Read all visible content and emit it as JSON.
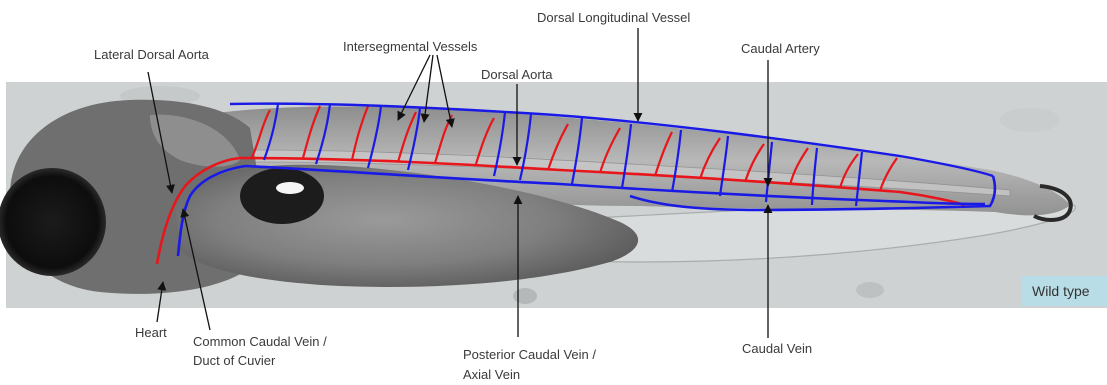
{
  "labels": {
    "lateral_dorsal_aorta": "Lateral Dorsal Aorta",
    "intersegmental_vessels": "Intersegmental Vessels",
    "dorsal_longitudinal_vessel": "Dorsal Longitudinal Vessel",
    "dorsal_aorta": "Dorsal Aorta",
    "caudal_artery": "Caudal Artery",
    "heart": "Heart",
    "common_caudal_vein_line1": "Common Caudal Vein /",
    "common_caudal_vein_line2": "Duct of Cuvier",
    "posterior_caudal_vein_line1": "Posterior Caudal Vein /",
    "posterior_caudal_vein_line2": "Axial Vein",
    "caudal_vein": "Caudal Vein"
  },
  "badge": {
    "text": "Wild type"
  },
  "colors": {
    "artery": "#e8151b",
    "vein": "#1a1ae6",
    "leader_line": "#111111",
    "badge_background": "#b9dde6",
    "photo_background": "#cfd2d2"
  }
}
